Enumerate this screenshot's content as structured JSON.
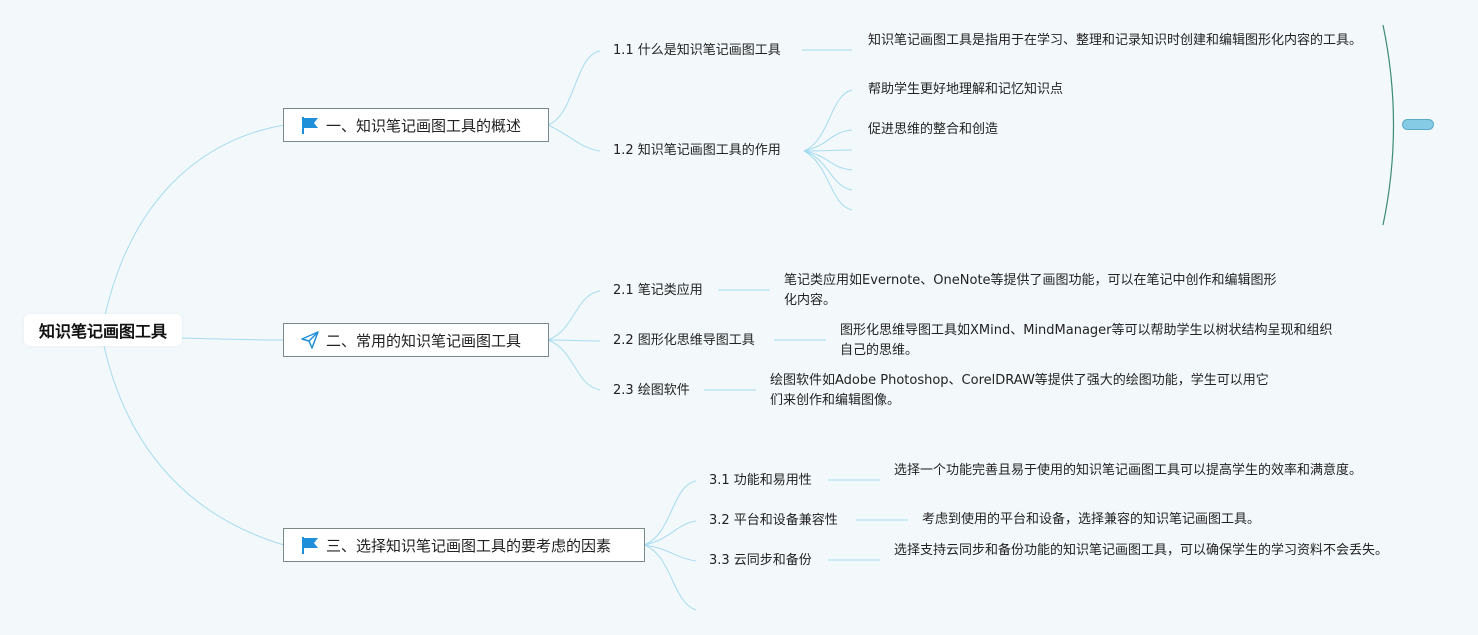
{
  "root": {
    "label": "知识笔记画图工具"
  },
  "branches": [
    {
      "label": "一、知识笔记画图工具的概述",
      "icon": "flag-icon",
      "topics": [
        {
          "label": "1.1 什么是知识笔记画图工具",
          "leaves": [
            "知识笔记画图工具是指用于在学习、整理和记录知识时创建和编辑图形化内容的工具。"
          ]
        },
        {
          "label": "1.2 知识笔记画图工具的作用",
          "leaves": [
            "帮助学生更好地理解和记忆知识点",
            "促进思维的整合和创造"
          ]
        }
      ]
    },
    {
      "label": "二、常用的知识笔记画图工具",
      "icon": "paper-plane-icon",
      "topics": [
        {
          "label": "2.1 笔记类应用",
          "leaves": [
            "笔记类应用如Evernote、OneNote等提供了画图功能，可以在笔记中创作和编辑图形化内容。"
          ]
        },
        {
          "label": "2.2 图形化思维导图工具",
          "leaves": [
            "图形化思维导图工具如XMind、MindManager等可以帮助学生以树状结构呈现和组织自己的思维。"
          ]
        },
        {
          "label": "2.3 绘图软件",
          "leaves": [
            "绘图软件如Adobe Photoshop、CorelDRAW等提供了强大的绘图功能，学生可以用它们来创作和编辑图像。"
          ]
        }
      ]
    },
    {
      "label": "三、选择知识笔记画图工具的要考虑的因素",
      "icon": "flag-icon",
      "topics": [
        {
          "label": "3.1 功能和易用性",
          "leaves": [
            "选择一个功能完善且易于使用的知识笔记画图工具可以提高学生的效率和满意度。"
          ]
        },
        {
          "label": "3.2 平台和设备兼容性",
          "leaves": [
            "考虑到使用的平台和设备，选择兼容的知识笔记画图工具。"
          ]
        },
        {
          "label": "3.3 云同步和备份",
          "leaves": [
            "选择支持云同步和备份功能的知识笔记画图工具，可以确保学生的学习资料不会丢失。"
          ]
        }
      ]
    }
  ],
  "colors": {
    "connector": "#a6dcf0",
    "summary_bracket": "#3c8a78",
    "flag": "#1f8fd9",
    "plane": "#1f8fd9",
    "pill": "#86cbe6",
    "background": "#f3f8fb"
  }
}
